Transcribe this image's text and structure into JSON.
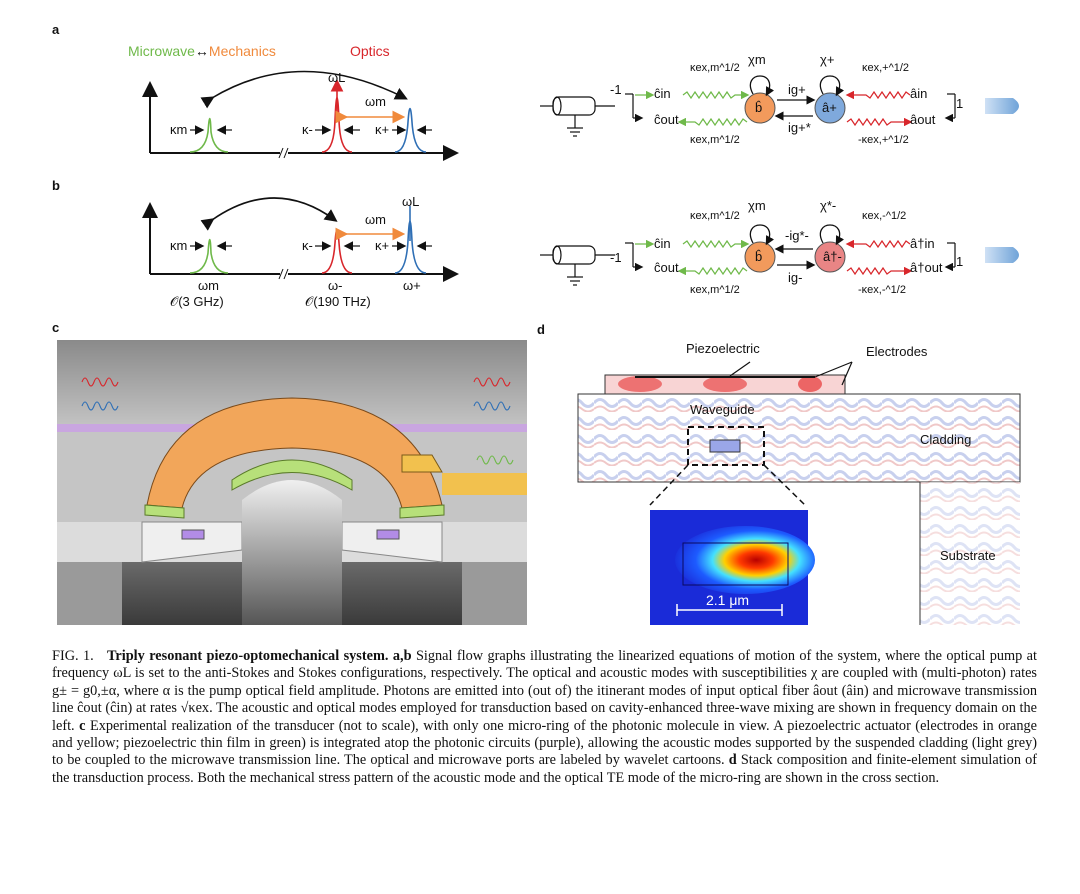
{
  "panel_labels": {
    "a": "a",
    "b": "b",
    "c": "c",
    "d": "d"
  },
  "panel_a": {
    "header_microwave": "Microwave",
    "header_arrow": "↔",
    "header_mechanics": "Mechanics",
    "header_optics": "Optics",
    "kappa_m": "κm",
    "kappa_minus": "κ-",
    "kappa_plus": "κ+",
    "omega_L": "ωL",
    "omega_m": "ωm"
  },
  "panel_b": {
    "kappa_m": "κm",
    "kappa_minus": "κ-",
    "kappa_plus": "κ+",
    "omega_L": "ωL",
    "omega_m": "ωm",
    "tick_omega_m": "ωm",
    "tick_omega_minus": "ω-",
    "tick_omega_plus": "ω+",
    "order_3ghz": "𝒪(3 GHz)",
    "order_190thz": "𝒪(190 THz)"
  },
  "flow_a": {
    "c_in": "ĉin",
    "c_out": "ĉout",
    "a_in": "âin",
    "a_out": "âout",
    "chi_m": "χm",
    "chi_plus": "χ+",
    "ig_plus": "ig+",
    "ig_plus_conj": "ig+*",
    "kex_m": "κex,m^1/2",
    "kex_plus": "κex,+^1/2",
    "neg_kex_plus": "-κex,+^1/2",
    "node_b": "b̂",
    "node_a": "â+",
    "neg_one": "-1",
    "one": "1"
  },
  "flow_b": {
    "c_in": "ĉin",
    "c_out": "ĉout",
    "a_in": "â†in",
    "a_out": "â†out",
    "chi_m": "χm",
    "chi_minus_conj": "χ*-",
    "neg_ig_minus_conj": "-ig*-",
    "ig_minus": "ig-",
    "kex_m": "κex,m^1/2",
    "kex_minus": "κex,-^1/2",
    "neg_kex_minus": "-κex,-^1/2",
    "node_b": "b̂",
    "node_a": "â†-",
    "neg_one": "-1",
    "one": "1"
  },
  "panel_d": {
    "piezoelectric": "Piezoelectric",
    "electrodes": "Electrodes",
    "waveguide": "Waveguide",
    "cladding": "Cladding",
    "substrate": "Substrate",
    "scale": "2.1 μm"
  },
  "caption": {
    "fig": "FIG. 1.",
    "title": "Triply resonant piezo-optomechanical system.",
    "ab_label": "a,b",
    "ab_text": "Signal flow graphs illustrating the linearized equations of motion of the system, where the optical pump at frequency ωL is set to the anti-Stokes and Stokes configurations, respectively. The optical and acoustic modes with susceptibilities χ are coupled with (multi-photon) rates g± = g0,±α, where α is the pump optical field amplitude. Photons are emitted into (out of) the itinerant modes of input optical fiber âout (âin) and microwave transmission line ĉout (ĉin) at rates √κex. The acoustic and optical modes employed for transduction based on cavity-enhanced three-wave mixing are shown in frequency domain on the left.",
    "c_label": "c",
    "c_text": "Experimental realization of the transducer (not to scale), with only one micro-ring of the photonic molecule in view. A piezoelectric actuator (electrodes in orange and yellow; piezoelectric thin film in green) is integrated atop the photonic circuits (purple), allowing the acoustic modes supported by the suspended cladding (light grey) to be coupled to the microwave transmission line. The optical and microwave ports are labeled by wavelet cartoons.",
    "d_label": "d",
    "d_text": "Stack composition and finite-element simulation of the transduction process. Both the mechanical stress pattern of the acoustic mode and the optical TE mode of the micro-ring are shown in the cross section."
  },
  "colors": {
    "green": "#6fb94a",
    "orange": "#f08a3c",
    "red": "#d8262b",
    "blue": "#2f6fb5",
    "mech_node": "#f29a5c",
    "opt_node_a": "#7fa9dc",
    "opt_node_b": "#e98585"
  }
}
